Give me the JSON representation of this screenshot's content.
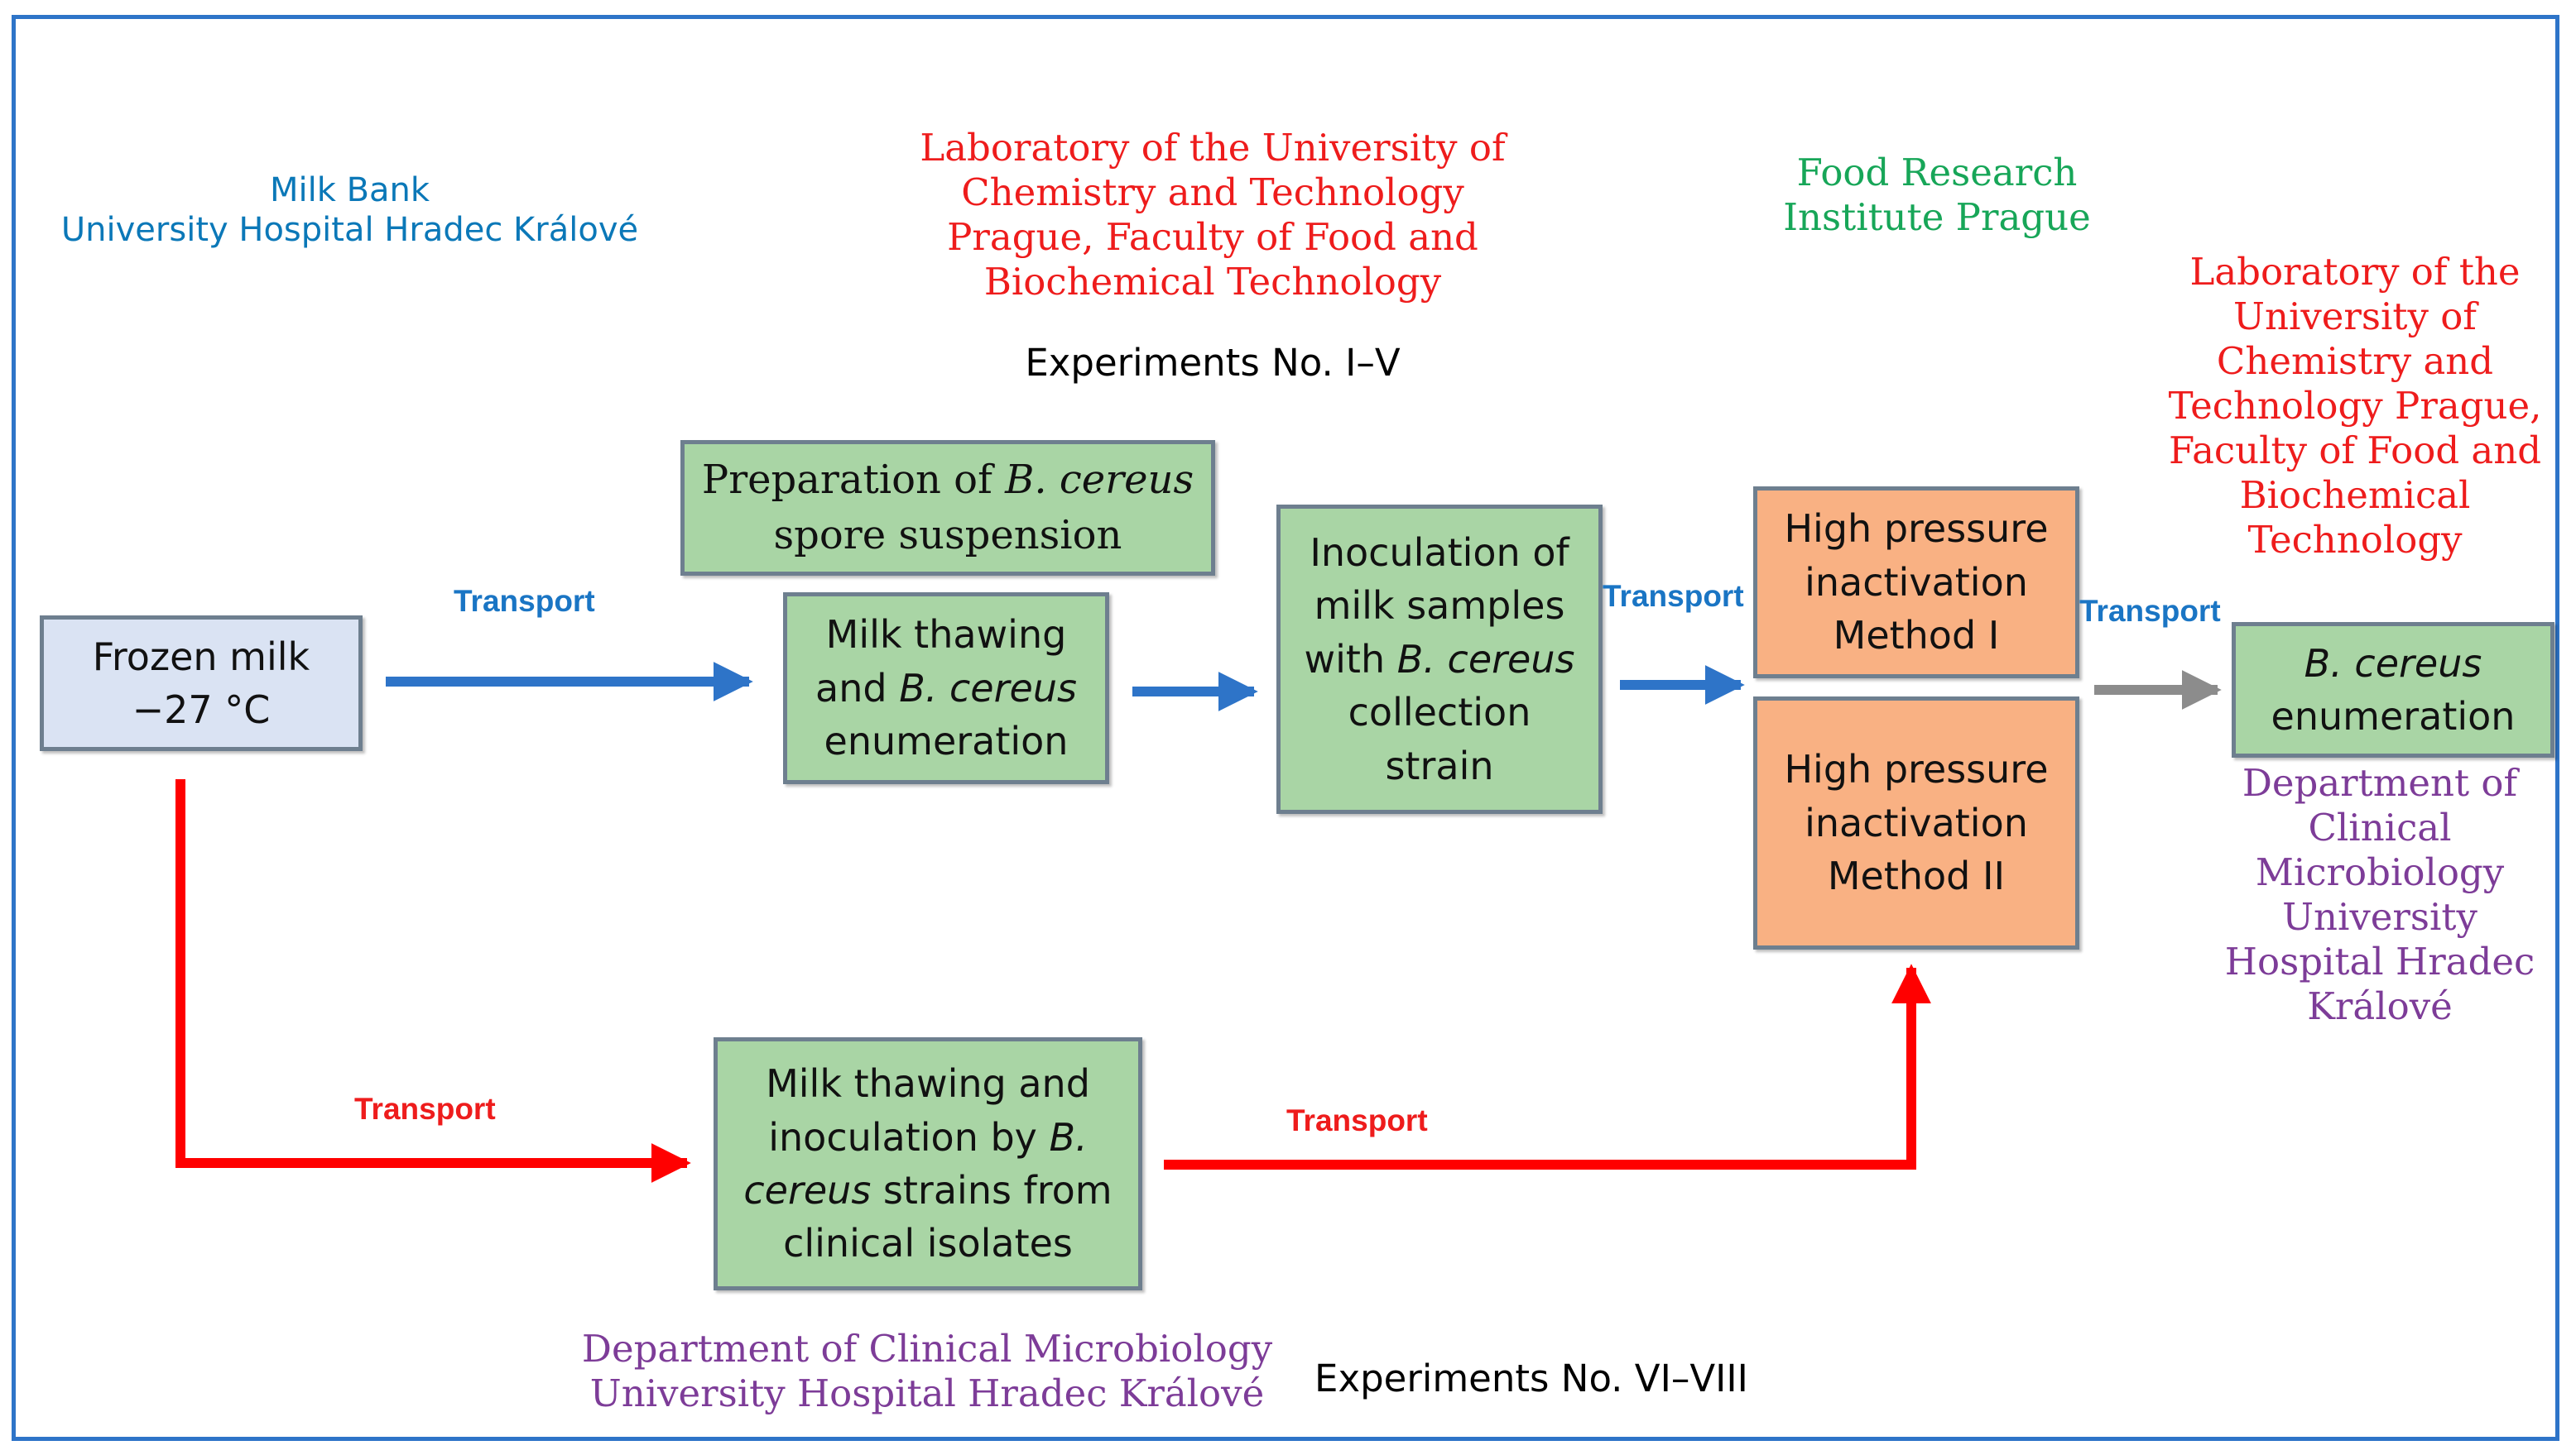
{
  "colors": {
    "frame": "#2e74c8",
    "box_green": "#a9d5a5",
    "box_orange": "#f9b183",
    "box_blue": "#dae3f3",
    "arrow_blue": "#2e74c8",
    "arrow_red": "#ff0000",
    "arrow_gray": "#8c8c8c",
    "text_blue": "#0b78b8",
    "text_red": "#ee1c1c",
    "text_green": "#17a658",
    "text_purple": "#7d3c98"
  },
  "labels": {
    "milk_bank": "Milk Bank\nUniversity  Hospital Hradec  Králové",
    "lab_uct_top": "Laboratory  of the University  of\nChemistry  and  Technology\nPrague, Faculty  of Food and\nBiochemical  Technology",
    "experiments_top": "Experiments No. I–V",
    "food_research": "Food Research\nInstitute  Prague",
    "lab_uct_right": "Laboratory  of the\nUniversity  of\nChemistry  and\nTechnology  Prague,\nFaculty  of Food and\nBiochemical\nTechnology",
    "dept_clinical_right": "Department  of\nClinical\nMicrobiology\nUniversity\nHospital Hradec\nKrálové",
    "dept_clinical_bottom": "Department  of Clinical  Microbiology\nUniversity  Hospital Hradec  Králové",
    "experiments_bottom": "Experiments No. VI–VIII"
  },
  "boxes": {
    "frozen_milk": "Frozen milk\n−27 °C",
    "preparation": "Preparation of B. cereus\nspore suspension",
    "milk_thawing_enum": "Milk thawing\nand B. cereus\nenumeration",
    "inoculation": "Inoculation of\nmilk samples\nwith B. cereus\ncollection\nstrain",
    "hp_method_1": "High pressure\ninactivation\nMethod I",
    "hp_method_2": "High pressure\ninactivation\nMethod II",
    "bcereus_enum": "B. cereus\nenumeration",
    "milk_thawing_clinical": "Milk thawing and\ninoculation by B.\ncereus strains from\nclinical isolates"
  },
  "transport_labels": {
    "t1": "Transport",
    "t2": "Transport",
    "t3": "Transport",
    "t4": "Transport",
    "t5": "Transport"
  }
}
